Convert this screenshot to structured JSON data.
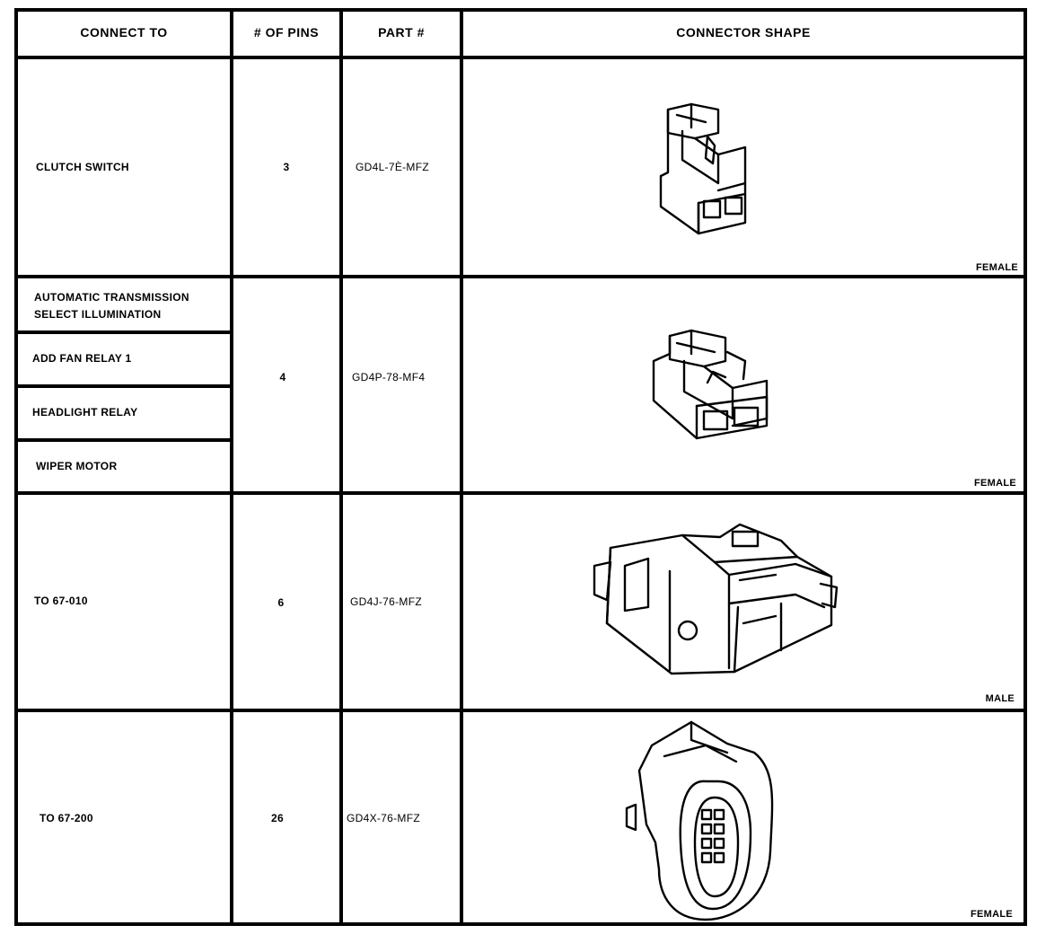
{
  "headers": {
    "connect_to": "CONNECT TO",
    "pins": "# OF PINS",
    "part": "PART #",
    "shape": "CONNECTOR SHAPE"
  },
  "rows": [
    {
      "connect_to": [
        "CLUTCH SWITCH"
      ],
      "pins": "3",
      "part": "GD4L-7È-MFZ",
      "gender": "FEMALE",
      "icon": "3-pin-female-connector-icon"
    },
    {
      "connect_to": [
        "AUTOMATIC TRANSMISSION SELECT ILLUMINATION",
        "ADD FAN RELAY 1",
        "HEADLIGHT RELAY",
        "WIPER MOTOR"
      ],
      "pins": "4",
      "part": "GD4P-78-MF4",
      "gender": "FEMALE",
      "icon": "4-pin-female-connector-icon"
    },
    {
      "connect_to": [
        "TO 67-010"
      ],
      "pins": "6",
      "part": "GD4J-76-MFZ",
      "gender": "MALE",
      "icon": "6-pin-male-connector-icon"
    },
    {
      "connect_to": [
        "TO 67-200"
      ],
      "pins": "26",
      "part": "GD4X-76-MFZ",
      "gender": "FEMALE",
      "icon": "26-pin-female-connector-icon"
    }
  ]
}
